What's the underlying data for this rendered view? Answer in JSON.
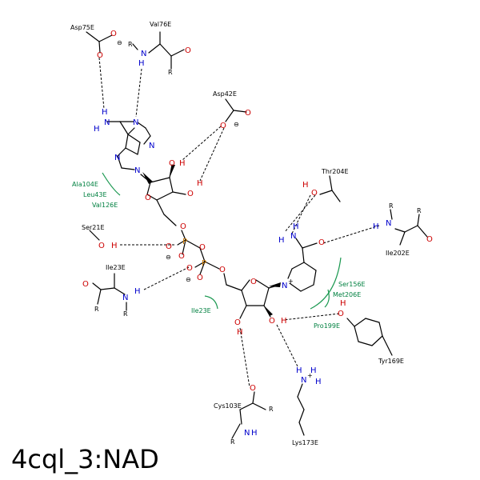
{
  "title": "4cql_3:NAD",
  "residues": [
    {
      "id": "asp75",
      "text": "Asp75E"
    },
    {
      "id": "val76",
      "text": "Val76E"
    },
    {
      "id": "asp42",
      "text": "Asp42E"
    },
    {
      "id": "thr204",
      "text": "Thr204E"
    },
    {
      "id": "ser21",
      "text": "Ser21E"
    },
    {
      "id": "ile23",
      "text": "Ile23E"
    },
    {
      "id": "ile202",
      "text": "Ile202E"
    },
    {
      "id": "tyr169",
      "text": "Tyr169E"
    },
    {
      "id": "cys103",
      "text": "Cys103E"
    },
    {
      "id": "lys173",
      "text": "Lys173E"
    }
  ],
  "hydrophobic": [
    {
      "id": "ala104",
      "text": "Ala104E"
    },
    {
      "id": "leu43",
      "text": "Leu43E"
    },
    {
      "id": "val126",
      "text": "Val126E"
    },
    {
      "id": "ile23b",
      "text": "Ile23E"
    },
    {
      "id": "ser156",
      "text": "Ser156E"
    },
    {
      "id": "met206",
      "text": "Met206E"
    },
    {
      "id": "pro199",
      "text": "Pro199E"
    }
  ],
  "atoms": {
    "N": "N",
    "O": "O",
    "P": "P",
    "H": "H",
    "R": "R",
    "N_plus": "N",
    "plus": "+",
    "minus": "⊖"
  },
  "colors": {
    "nitrogen": "#0000cc",
    "oxygen": "#cc0000",
    "phosphorus": "#cc7a00",
    "hydrophobic": "#1a9850"
  }
}
